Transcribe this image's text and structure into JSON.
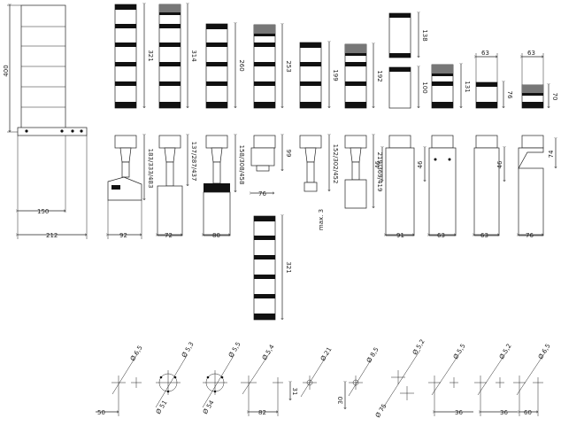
{
  "wall_mount": {
    "height": "400",
    "width_inner": "150",
    "width_outer": "212"
  },
  "towers": [
    {
      "height": "321"
    },
    {
      "height": "314"
    },
    {
      "height": "260"
    },
    {
      "height": "253"
    },
    {
      "height": "199"
    },
    {
      "height": "192"
    },
    {
      "upper": "138",
      "lower": "100"
    },
    {
      "height": "131"
    },
    {
      "width": "63",
      "height": "76"
    },
    {
      "width": "63",
      "height": "70"
    }
  ],
  "mounts": [
    {
      "height": "183/333/483",
      "width": "92"
    },
    {
      "height": "137/287/437",
      "width": "72"
    },
    {
      "height": "158/308/458",
      "width": "80"
    },
    {
      "height": "99",
      "width": "76"
    },
    {
      "height": "152/302/452",
      "max": "max. 3"
    },
    {
      "height": "219/369/419"
    },
    {
      "height": "46",
      "width": "91"
    },
    {
      "height": "46",
      "width": "63"
    },
    {
      "height": "46",
      "width": "63"
    },
    {
      "height": "74",
      "width": "76"
    }
  ],
  "tower_lower": {
    "height": "321"
  },
  "hole_patterns": [
    {
      "diameter": "Ø 6,5",
      "dim": "50"
    },
    {
      "diameter": "Ø 5,3",
      "circle": "Ø 51"
    },
    {
      "diameter": "Ø 5,5",
      "circle": "Ø 54"
    },
    {
      "diameter": "Ø 5,4",
      "dim1": "82",
      "dim2": "31"
    },
    {
      "diameter": "Ø 21"
    },
    {
      "diameter": "Ø 8,5",
      "dim": "30"
    },
    {
      "diameter": "Ø 5,2",
      "circle": "Ø 75"
    },
    {
      "diameter": "Ø 5,5",
      "dim": "36"
    },
    {
      "diameter": "Ø 5,2",
      "dim": "36"
    },
    {
      "diameter": "Ø 6,5",
      "dim": "60"
    }
  ]
}
